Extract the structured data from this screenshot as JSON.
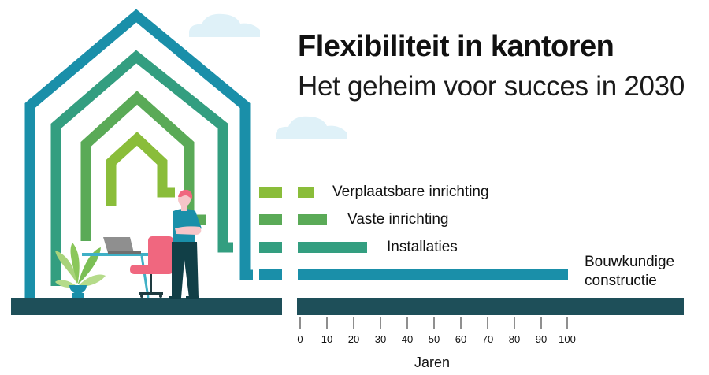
{
  "header": {
    "title": "Flexibiliteit in kantoren",
    "subtitle": "Het geheim voor succes in 2030"
  },
  "colors": {
    "verplaatsbare": "#8abd3a",
    "vaste": "#5aaa57",
    "installaties": "#339e80",
    "bouwkundige": "#1a8fa9",
    "floor": "#1e4f59",
    "cloud": "#dff1f8"
  },
  "labels": {
    "row1": "Verplaatsbare inrichting",
    "row2": "Vaste inrichting",
    "row3": "Installaties",
    "row4_line1": "Bouwkundige",
    "row4_line2": "constructie"
  },
  "axis": {
    "title": "Jaren",
    "ticks": [
      "0",
      "10",
      "20",
      "30",
      "40",
      "50",
      "60",
      "70",
      "80",
      "90",
      "100"
    ]
  },
  "chart_data": {
    "type": "bar",
    "orientation": "horizontal",
    "title": "Flexibiliteit in kantoren",
    "subtitle": "Het geheim voor succes in 2030",
    "categories": [
      "Verplaatsbare inrichting",
      "Vaste inrichting",
      "Installaties",
      "Bouwkundige constructie"
    ],
    "values": [
      5,
      10,
      25,
      100
    ],
    "xlabel": "Jaren",
    "ylabel": "",
    "xlim": [
      0,
      100
    ],
    "xticks": [
      0,
      10,
      20,
      30,
      40,
      50,
      60,
      70,
      80,
      90,
      100
    ],
    "grid": false,
    "legend": "none (labels placed next to bars)",
    "colors": [
      "#8abd3a",
      "#5aaa57",
      "#339e80",
      "#1a8fa9"
    ]
  }
}
